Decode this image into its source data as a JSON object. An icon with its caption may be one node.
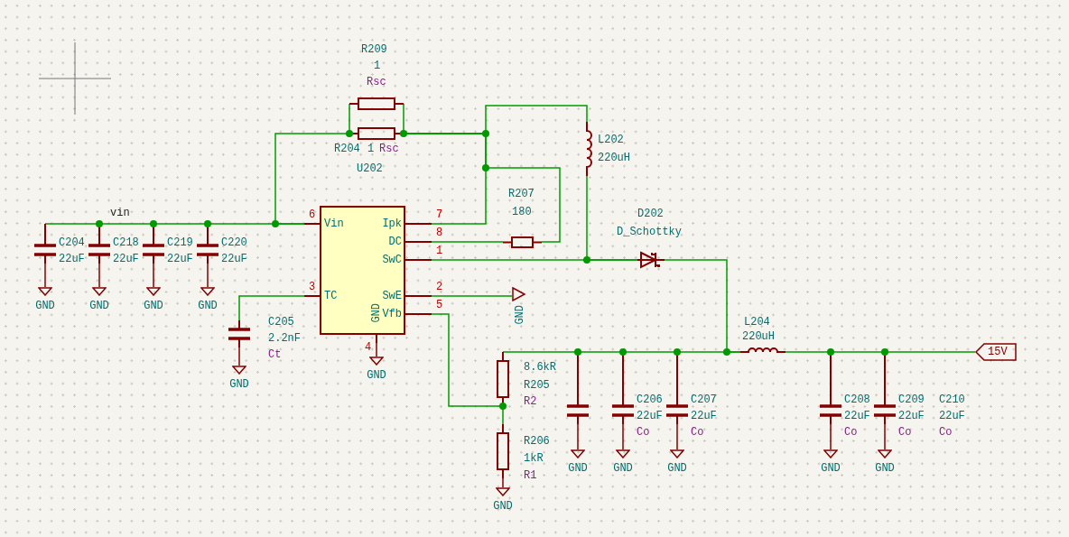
{
  "diagram": {
    "nodes": [
      {
        "text": [
          "Vin",
          "Ipk",
          "DC",
          "SwC",
          "TC",
          "SwE",
          "Vfb",
          "GND"
        ],
        "beside": [
          "U202"
        ]
      },
      {
        "text": [
          "R209",
          "1",
          "Rsc"
        ]
      },
      {
        "text": [
          "R204",
          "1",
          "Rsc"
        ]
      },
      {
        "text": [
          "R207",
          "180"
        ]
      },
      {
        "text": [
          "L202",
          "220uH"
        ]
      },
      {
        "text": [
          "D202",
          "D_Schottky"
        ]
      },
      {
        "text": [
          "C204",
          "22uF"
        ]
      },
      {
        "text": [
          "C218",
          "22uF"
        ]
      },
      {
        "text": [
          "C219",
          "22uF"
        ]
      },
      {
        "text": [
          "C220",
          "22uF"
        ]
      },
      {
        "text": [
          "C205",
          "2.2nF",
          "Ct"
        ]
      },
      {
        "text": [
          "8.6kR",
          "R205",
          "R2"
        ]
      },
      {
        "text": [
          "R206",
          "1kR",
          "R1"
        ]
      },
      {
        "text": [],
        "shape": "capacitor"
      },
      {
        "text": [
          "C206",
          "22uF",
          "Co"
        ]
      },
      {
        "text": [
          "C207",
          "22uF",
          "Co"
        ]
      },
      {
        "text": [
          "L204",
          "220uH"
        ]
      },
      {
        "text": [
          "C208",
          "22uF",
          "Co"
        ]
      },
      {
        "text": [
          "C209",
          "22uF",
          "Co"
        ]
      },
      {
        "text": [
          "15V"
        ]
      },
      {
        "text": [
          "GND"
        ]
      },
      {
        "text": [
          "GND"
        ]
      },
      {
        "text": [
          "GND"
        ]
      },
      {
        "text": [
          "GND"
        ]
      },
      {
        "text": [
          "GND"
        ]
      },
      {
        "text": [
          "GND"
        ]
      },
      {
        "text": [
          "GND"
        ]
      },
      {
        "text": [
          "GND"
        ]
      },
      {
        "text": [
          "GND"
        ]
      },
      {
        "text": [
          "GND"
        ]
      },
      {
        "text": [
          "GND"
        ]
      },
      {
        "text": [
          "GND"
        ]
      },
      {
        "text": [
          "GND"
        ]
      }
    ],
    "edges": [
      {
        "from": 6,
        "to": 7,
        "arrow": "none"
      },
      {
        "from": 7,
        "to": 8,
        "arrow": "none"
      },
      {
        "from": 8,
        "to": 9,
        "arrow": "none"
      },
      {
        "from": 9,
        "to": 0,
        "arrow": "none"
      },
      {
        "from": 0,
        "to": 2,
        "arrow": "none"
      },
      {
        "from": 1,
        "to": 2,
        "arrow": "none"
      },
      {
        "from": 1,
        "to": 2,
        "arrow": "none"
      },
      {
        "from": 2,
        "to": 4,
        "arrow": "none"
      },
      {
        "from": 2,
        "to": 0,
        "arrow": "none"
      },
      {
        "from": 2,
        "to": 3,
        "arrow": "none"
      },
      {
        "from": 0,
        "to": 3,
        "arrow": "none"
      },
      {
        "from": 0,
        "to": 5,
        "arrow": "none"
      },
      {
        "from": 4,
        "to": 5,
        "arrow": "none"
      },
      {
        "from": 5,
        "to": 16,
        "arrow": "none"
      },
      {
        "from": 11,
        "to": 13,
        "arrow": "none"
      },
      {
        "from": 13,
        "to": 14,
        "arrow": "none"
      },
      {
        "from": 14,
        "to": 15,
        "arrow": "none"
      },
      {
        "from": 15,
        "to": 16,
        "arrow": "none"
      },
      {
        "from": 16,
        "to": 17,
        "arrow": "none"
      },
      {
        "from": 17,
        "to": 18,
        "arrow": "none"
      },
      {
        "from": 18,
        "to": 19,
        "arrow": "none"
      },
      {
        "from": 0,
        "to": 11,
        "arrow": "none"
      },
      {
        "from": 11,
        "to": 12,
        "arrow": "none"
      },
      {
        "from": 0,
        "to": 10,
        "arrow": "none"
      },
      {
        "from": 6,
        "to": 20,
        "arrow": "none",
        "color": "#840000"
      },
      {
        "from": 7,
        "to": 21,
        "arrow": "none",
        "color": "#840000"
      },
      {
        "from": 8,
        "to": 22,
        "arrow": "none",
        "color": "#840000"
      },
      {
        "from": 9,
        "to": 23,
        "arrow": "none",
        "color": "#840000"
      },
      {
        "from": 10,
        "to": 24,
        "arrow": "none",
        "color": "#840000"
      },
      {
        "from": 0,
        "to": 25,
        "arrow": "none",
        "color": "#840000"
      },
      {
        "from": 0,
        "to": 26,
        "arrow": "none"
      },
      {
        "from": 12,
        "to": 27,
        "arrow": "none",
        "color": "#840000"
      },
      {
        "from": 13,
        "to": 28,
        "arrow": "none",
        "color": "#840000"
      },
      {
        "from": 14,
        "to": 29,
        "arrow": "none",
        "color": "#840000"
      },
      {
        "from": 15,
        "to": 30,
        "arrow": "none",
        "color": "#840000"
      },
      {
        "from": 17,
        "to": 31,
        "arrow": "none",
        "color": "#840000"
      },
      {
        "from": 18,
        "to": 32,
        "arrow": "none",
        "color": "#840000"
      }
    ],
    "labels": [
      "vin",
      "6",
      "7",
      "8",
      "1",
      "3",
      "2",
      "5",
      "4",
      "C210",
      "22uF",
      "Co"
    ]
  }
}
